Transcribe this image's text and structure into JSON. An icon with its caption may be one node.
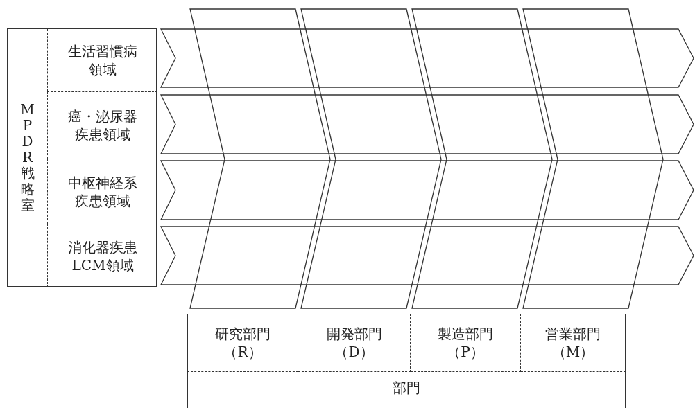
{
  "diagram": {
    "nodes": [
      {
        "text": [
          "MPDR戦略室"
        ]
      },
      {
        "text": [
          "生活習慣病領域"
        ],
        "in": 0
      },
      {
        "text": [
          "癌・泌尿器疾患領域"
        ],
        "in": 0
      },
      {
        "text": [
          "中枢神経系疾患領域"
        ],
        "in": 0
      },
      {
        "text": [
          "消化器疾患LCM領域"
        ],
        "in": 0
      },
      {
        "text": [],
        "shape": "arrow"
      },
      {
        "text": [],
        "shape": "arrow"
      },
      {
        "text": [],
        "shape": "arrow"
      },
      {
        "text": [],
        "shape": "arrow"
      },
      {
        "text": [],
        "shape": "arrow"
      },
      {
        "text": [],
        "shape": "arrow"
      },
      {
        "text": [],
        "shape": "arrow"
      },
      {
        "text": [],
        "shape": "arrow"
      },
      {
        "text": [
          "研究部門（R）"
        ]
      },
      {
        "text": [
          "開発部門（D）"
        ]
      },
      {
        "text": [
          "製造部門（P）"
        ]
      },
      {
        "text": [
          "営業部門（M）"
        ]
      },
      {
        "text": [
          "部門"
        ]
      }
    ]
  }
}
